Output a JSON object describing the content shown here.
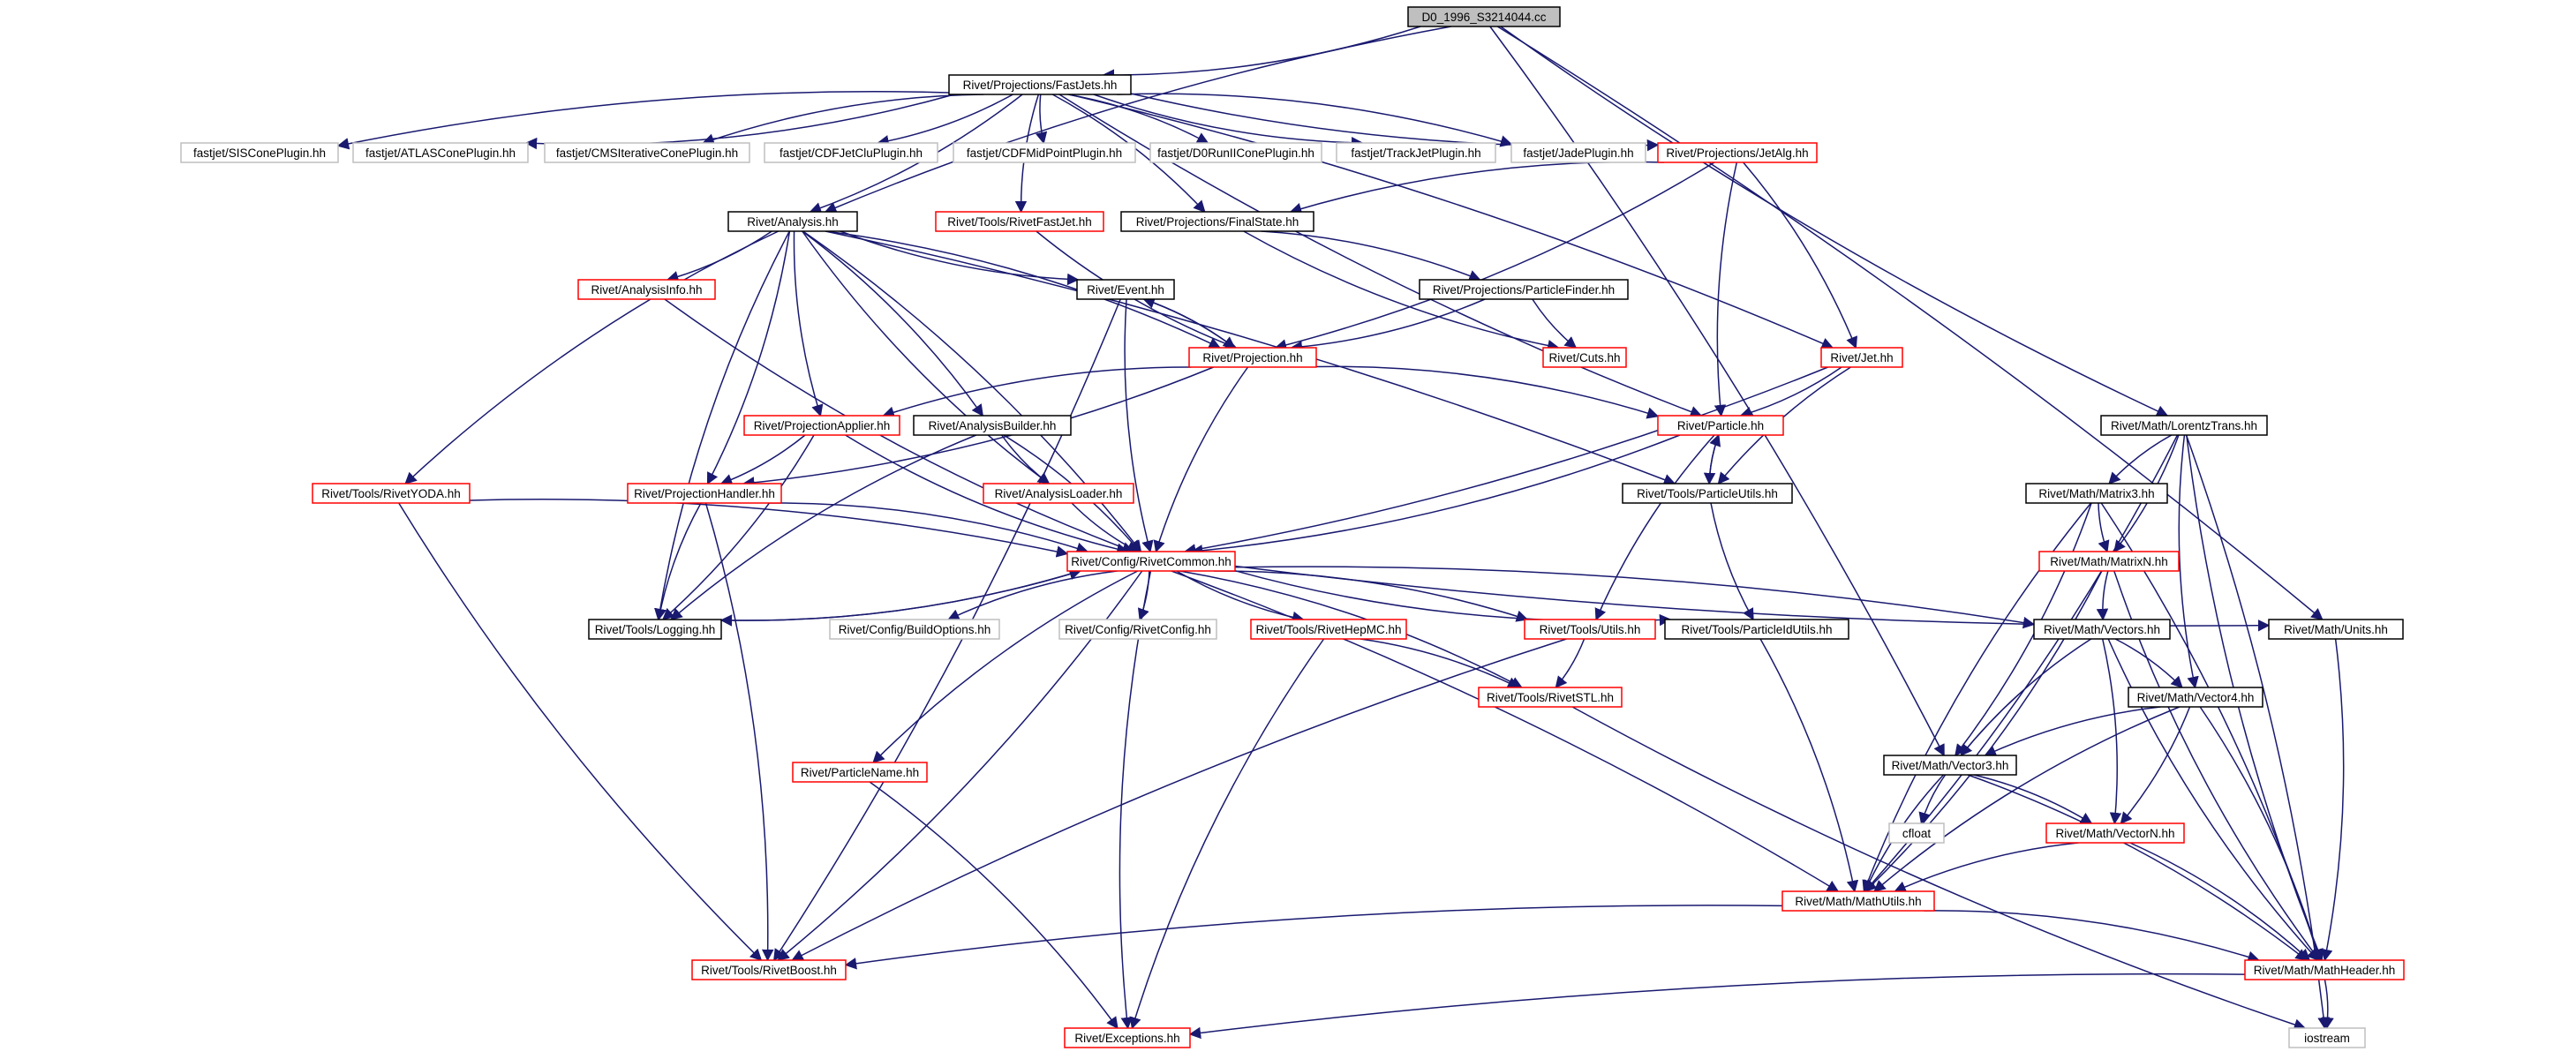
{
  "nodes": {
    "root": {
      "label": "D0_1996_S3214044.cc",
      "style": "root"
    },
    "fastjets": {
      "label": "Rivet/Projections/FastJets.hh",
      "style": "black"
    },
    "sis": {
      "label": "fastjet/SISConePlugin.hh",
      "style": "gray"
    },
    "atlas": {
      "label": "fastjet/ATLASConePlugin.hh",
      "style": "gray"
    },
    "cmsit": {
      "label": "fastjet/CMSIterativeConePlugin.hh",
      "style": "gray"
    },
    "cdfclu": {
      "label": "fastjet/CDFJetCluPlugin.hh",
      "style": "gray"
    },
    "cdfmid": {
      "label": "fastjet/CDFMidPointPlugin.hh",
      "style": "gray"
    },
    "d0run": {
      "label": "fastjet/D0RunIIConePlugin.hh",
      "style": "gray"
    },
    "trackjet": {
      "label": "fastjet/TrackJetPlugin.hh",
      "style": "gray"
    },
    "jade": {
      "label": "fastjet/JadePlugin.hh",
      "style": "gray"
    },
    "jetalg": {
      "label": "Rivet/Projections/JetAlg.hh",
      "style": "red"
    },
    "analysis": {
      "label": "Rivet/Analysis.hh",
      "style": "black"
    },
    "rivetfastjet": {
      "label": "Rivet/Tools/RivetFastJet.hh",
      "style": "red"
    },
    "finalstate": {
      "label": "Rivet/Projections/FinalState.hh",
      "style": "black"
    },
    "analysisinfo": {
      "label": "Rivet/AnalysisInfo.hh",
      "style": "red"
    },
    "event": {
      "label": "Rivet/Event.hh",
      "style": "black"
    },
    "particlefinder": {
      "label": "Rivet/Projections/ParticleFinder.hh",
      "style": "black"
    },
    "projection": {
      "label": "Rivet/Projection.hh",
      "style": "red"
    },
    "cuts": {
      "label": "Rivet/Cuts.hh",
      "style": "red"
    },
    "jet": {
      "label": "Rivet/Jet.hh",
      "style": "red"
    },
    "particle": {
      "label": "Rivet/Particle.hh",
      "style": "red"
    },
    "projapplier": {
      "label": "Rivet/ProjectionApplier.hh",
      "style": "red"
    },
    "analysisbuilder": {
      "label": "Rivet/AnalysisBuilder.hh",
      "style": "black"
    },
    "rivetyoda": {
      "label": "Rivet/Tools/RivetYODA.hh",
      "style": "red"
    },
    "projhandler": {
      "label": "Rivet/ProjectionHandler.hh",
      "style": "red"
    },
    "analysisloader": {
      "label": "Rivet/AnalysisLoader.hh",
      "style": "red"
    },
    "particleutils": {
      "label": "Rivet/Tools/ParticleUtils.hh",
      "style": "black"
    },
    "lorentz": {
      "label": "Rivet/Math/LorentzTrans.hh",
      "style": "black"
    },
    "matrix3": {
      "label": "Rivet/Math/Matrix3.hh",
      "style": "black"
    },
    "matrixn": {
      "label": "Rivet/Math/MatrixN.hh",
      "style": "red"
    },
    "rivetcommon": {
      "label": "Rivet/Config/RivetCommon.hh",
      "style": "red"
    },
    "logging": {
      "label": "Rivet/Tools/Logging.hh",
      "style": "black"
    },
    "buildoptions": {
      "label": "Rivet/Config/BuildOptions.hh",
      "style": "gray"
    },
    "rivetconfig": {
      "label": "Rivet/Config/RivetConfig.hh",
      "style": "gray"
    },
    "rivethepmc": {
      "label": "Rivet/Tools/RivetHepMC.hh",
      "style": "red"
    },
    "utils": {
      "label": "Rivet/Tools/Utils.hh",
      "style": "red"
    },
    "particleidutils": {
      "label": "Rivet/Tools/ParticleIdUtils.hh",
      "style": "black"
    },
    "vectors": {
      "label": "Rivet/Math/Vectors.hh",
      "style": "black"
    },
    "units": {
      "label": "Rivet/Math/Units.hh",
      "style": "black"
    },
    "rivetstl": {
      "label": "Rivet/Tools/RivetSTL.hh",
      "style": "red"
    },
    "vector4": {
      "label": "Rivet/Math/Vector4.hh",
      "style": "black"
    },
    "vector3": {
      "label": "Rivet/Math/Vector3.hh",
      "style": "black"
    },
    "particlename": {
      "label": "Rivet/ParticleName.hh",
      "style": "red"
    },
    "cfloat": {
      "label": "cfloat",
      "style": "gray"
    },
    "vectorn": {
      "label": "Rivet/Math/VectorN.hh",
      "style": "red"
    },
    "mathutils": {
      "label": "Rivet/Math/MathUtils.hh",
      "style": "red"
    },
    "rivetboost": {
      "label": "Rivet/Tools/RivetBoost.hh",
      "style": "red"
    },
    "mathheader": {
      "label": "Rivet/Math/MathHeader.hh",
      "style": "red"
    },
    "exceptions": {
      "label": "Rivet/Exceptions.hh",
      "style": "red"
    },
    "iostream": {
      "label": "iostream",
      "style": "gray"
    }
  },
  "edges": [
    [
      "root",
      "fastjets"
    ],
    [
      "root",
      "analysis"
    ],
    [
      "root",
      "vector3"
    ],
    [
      "root",
      "lorentz"
    ],
    [
      "root",
      "units"
    ],
    [
      "fastjets",
      "sis"
    ],
    [
      "fastjets",
      "atlas"
    ],
    [
      "fastjets",
      "cmsit"
    ],
    [
      "fastjets",
      "cdfclu"
    ],
    [
      "fastjets",
      "cdfmid"
    ],
    [
      "fastjets",
      "d0run"
    ],
    [
      "fastjets",
      "trackjet"
    ],
    [
      "fastjets",
      "jade"
    ],
    [
      "fastjets",
      "jetalg"
    ],
    [
      "fastjets",
      "analysis"
    ],
    [
      "fastjets",
      "rivetfastjet"
    ],
    [
      "fastjets",
      "finalstate"
    ],
    [
      "fastjets",
      "particle"
    ],
    [
      "fastjets",
      "jet"
    ],
    [
      "jetalg",
      "finalstate"
    ],
    [
      "jetalg",
      "projection"
    ],
    [
      "jetalg",
      "particle"
    ],
    [
      "jetalg",
      "jet"
    ],
    [
      "rivetfastjet",
      "projection"
    ],
    [
      "finalstate",
      "particlefinder"
    ],
    [
      "finalstate",
      "cuts"
    ],
    [
      "particlefinder",
      "projection"
    ],
    [
      "particlefinder",
      "cuts"
    ],
    [
      "analysis",
      "analysisinfo"
    ],
    [
      "analysis",
      "event"
    ],
    [
      "analysis",
      "projection"
    ],
    [
      "analysis",
      "projapplier"
    ],
    [
      "analysis",
      "analysisbuilder"
    ],
    [
      "analysis",
      "rivetyoda"
    ],
    [
      "analysis",
      "projhandler"
    ],
    [
      "analysis",
      "analysisloader"
    ],
    [
      "analysis",
      "rivetcommon"
    ],
    [
      "analysis",
      "logging"
    ],
    [
      "analysis",
      "particleutils"
    ],
    [
      "analysisinfo",
      "rivetcommon"
    ],
    [
      "event",
      "projection"
    ],
    [
      "event",
      "rivetcommon"
    ],
    [
      "event",
      "rivetboost"
    ],
    [
      "projection",
      "event"
    ],
    [
      "projection",
      "particle"
    ],
    [
      "projection",
      "projapplier"
    ],
    [
      "projection",
      "projhandler"
    ],
    [
      "projection",
      "rivetcommon"
    ],
    [
      "jet",
      "particle"
    ],
    [
      "jet",
      "particleutils"
    ],
    [
      "jet",
      "rivetcommon"
    ],
    [
      "particle",
      "particleutils"
    ],
    [
      "particle",
      "rivetcommon"
    ],
    [
      "particle",
      "utils"
    ],
    [
      "particleutils",
      "particle"
    ],
    [
      "particleutils",
      "particleidutils"
    ],
    [
      "projapplier",
      "projhandler"
    ],
    [
      "projapplier",
      "rivetcommon"
    ],
    [
      "projapplier",
      "logging"
    ],
    [
      "analysisbuilder",
      "analysisloader"
    ],
    [
      "analysisbuilder",
      "rivetcommon"
    ],
    [
      "analysisbuilder",
      "logging"
    ],
    [
      "rivetyoda",
      "rivetcommon"
    ],
    [
      "rivetyoda",
      "rivetboost"
    ],
    [
      "projhandler",
      "rivetcommon"
    ],
    [
      "projhandler",
      "logging"
    ],
    [
      "projhandler",
      "rivetboost"
    ],
    [
      "analysisloader",
      "rivetcommon"
    ],
    [
      "rivetcommon",
      "logging"
    ],
    [
      "rivetcommon",
      "buildoptions"
    ],
    [
      "rivetcommon",
      "rivetconfig"
    ],
    [
      "rivetcommon",
      "rivethepmc"
    ],
    [
      "rivetcommon",
      "utils"
    ],
    [
      "rivetcommon",
      "particleidutils"
    ],
    [
      "rivetcommon",
      "vectors"
    ],
    [
      "rivetcommon",
      "units"
    ],
    [
      "rivetcommon",
      "rivetstl"
    ],
    [
      "rivetcommon",
      "particlename"
    ],
    [
      "rivetcommon",
      "rivetboost"
    ],
    [
      "rivetcommon",
      "exceptions"
    ],
    [
      "rivetcommon",
      "mathutils"
    ],
    [
      "logging",
      "rivetcommon"
    ],
    [
      "rivethepmc",
      "rivetstl"
    ],
    [
      "rivethepmc",
      "exceptions"
    ],
    [
      "utils",
      "rivetstl"
    ],
    [
      "utils",
      "rivetboost"
    ],
    [
      "particleidutils",
      "mathutils"
    ],
    [
      "rivetstl",
      "iostream"
    ],
    [
      "particlename",
      "exceptions"
    ],
    [
      "lorentz",
      "matrix3"
    ],
    [
      "lorentz",
      "matrixn"
    ],
    [
      "lorentz",
      "vector4"
    ],
    [
      "lorentz",
      "mathutils"
    ],
    [
      "lorentz",
      "mathheader"
    ],
    [
      "lorentz",
      "iostream"
    ],
    [
      "matrix3",
      "matrixn"
    ],
    [
      "matrix3",
      "vector3"
    ],
    [
      "matrix3",
      "mathutils"
    ],
    [
      "matrix3",
      "mathheader"
    ],
    [
      "matrixn",
      "vectors"
    ],
    [
      "matrixn",
      "mathutils"
    ],
    [
      "matrixn",
      "mathheader"
    ],
    [
      "vectors",
      "vector4"
    ],
    [
      "vectors",
      "vector3"
    ],
    [
      "vectors",
      "vectorn"
    ],
    [
      "vectors",
      "mathheader"
    ],
    [
      "units",
      "mathheader"
    ],
    [
      "vector4",
      "vector3"
    ],
    [
      "vector4",
      "vectorn"
    ],
    [
      "vector4",
      "mathutils"
    ],
    [
      "vector4",
      "mathheader"
    ],
    [
      "vector3",
      "cfloat"
    ],
    [
      "vector3",
      "vectorn"
    ],
    [
      "vector3",
      "mathutils"
    ],
    [
      "vector3",
      "mathheader"
    ],
    [
      "vectorn",
      "mathutils"
    ],
    [
      "vectorn",
      "mathheader"
    ],
    [
      "mathutils",
      "rivetboost"
    ],
    [
      "mathutils",
      "mathheader"
    ],
    [
      "mathheader",
      "exceptions"
    ],
    [
      "mathheader",
      "iostream"
    ]
  ],
  "colors": {
    "edge": "#191970",
    "red_border": "#ff0000",
    "gray_border": "#bfbfbf",
    "black_border": "#000000",
    "root_fill": "#bfbfbf"
  }
}
